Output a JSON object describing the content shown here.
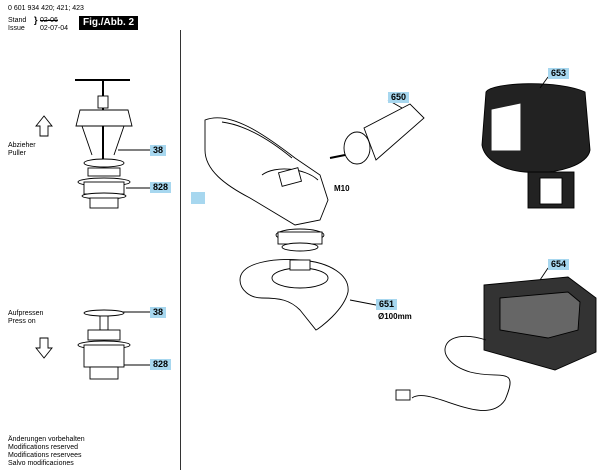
{
  "header": {
    "part_numbers": "0 601 934 420; 421; 423",
    "stand_label": "Stand",
    "issue_label": "Issue",
    "date_struck": "02-06",
    "date": "02-07-04",
    "figure_label": "Fig./Abb. 2"
  },
  "left_panel": {
    "puller_de": "Abzieher",
    "puller_en": "Puller",
    "press_de": "Aufpressen",
    "press_en": "Press on",
    "refs": [
      "38",
      "828",
      "38",
      "828"
    ]
  },
  "parts": {
    "handle": "650",
    "battery": "653",
    "charger": "654",
    "guard": "651",
    "thread": "M10",
    "diameter": "Ø100mm"
  },
  "footer": {
    "lines": [
      "Änderungen vorbehalten",
      "Modifications reserved",
      "Modifications reservees",
      "Salvo modificaciones"
    ]
  },
  "colors": {
    "tag_bg": "#a7d7ef",
    "badge_bg": "#000000"
  }
}
